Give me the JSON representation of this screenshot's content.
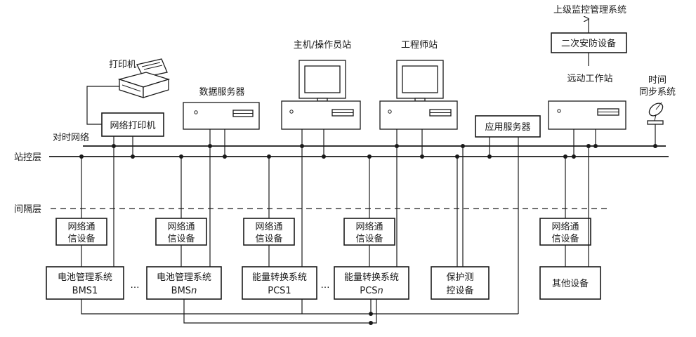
{
  "labels": {
    "printer": "打印机",
    "data_server": "数据服务器",
    "host": "主机/操作员站",
    "engineer": "工程师站",
    "upper_system": "上级监控管理系统",
    "secondary_security": "二次安防设备",
    "remote_station": "远动工作站",
    "time_sync_line1": "时间",
    "time_sync_line2": "同步系统",
    "network_printer": "网络打印机",
    "app_server": "应用服务器",
    "timing_network": "对时网络",
    "station_layer": "站控层",
    "bay_layer": "间隔层",
    "ellipsis": "…"
  },
  "comm_devices": [
    {
      "line1": "网络通",
      "line2": "信设备"
    },
    {
      "line1": "网络通",
      "line2": "信设备"
    },
    {
      "line1": "网络通",
      "line2": "信设备"
    },
    {
      "line1": "网络通",
      "line2": "信设备"
    },
    {
      "line1": "网络通",
      "line2": "信设备"
    }
  ],
  "bottom_devices": [
    {
      "line1": "电池管理系统",
      "line2": "BMS1"
    },
    {
      "line1": "电池管理系统",
      "line2": "BMS",
      "italic": "n"
    },
    {
      "line1": "能量转换系统",
      "line2": "PCS1"
    },
    {
      "line1": "能量转换系统",
      "line2": "PCS",
      "italic": "n"
    },
    {
      "line1": "保护测",
      "line2": "控设备"
    },
    {
      "line1": "其他设备",
      "line2": ""
    }
  ]
}
